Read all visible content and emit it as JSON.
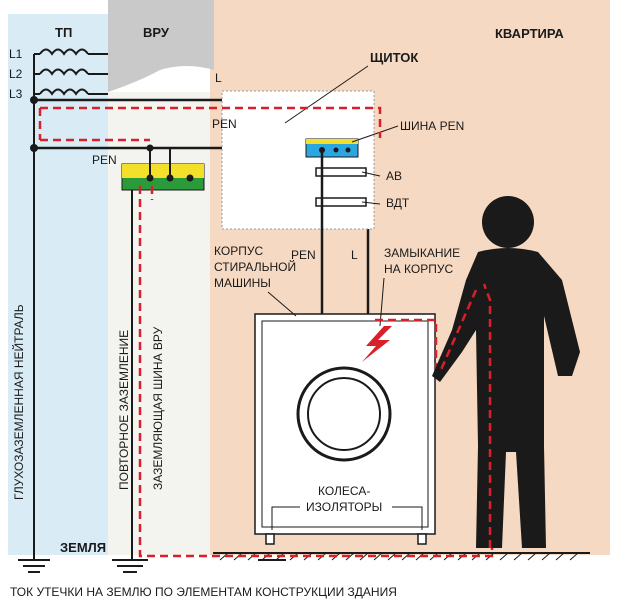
{
  "zones": {
    "tp": "ТП",
    "vru": "ВРУ",
    "apartment": "КВАРТИРА"
  },
  "phases": [
    "L1",
    "L2",
    "L3"
  ],
  "labels": {
    "shield": "ЩИТОК",
    "pen_bus": "ШИНА PEN",
    "breaker": "АВ",
    "rcd": "ВДТ",
    "pen_top": "PEN",
    "pen_vru": "PEN",
    "l_vru": "L",
    "pen_machine": "PEN",
    "l_machine": "L",
    "machine_body": [
      "КОРПУС",
      "СТИРАЛЬНОЙ",
      "МАШИНЫ"
    ],
    "short_to_body": [
      "ЗАМЫКАНИЕ",
      "НА КОРПУС"
    ],
    "wheels": [
      "КОЛЕСА-",
      "ИЗОЛЯТОРЫ"
    ],
    "solid_neutral": "ГЛУХОЗАЗЕМЛЕННАЯ НЕЙТРАЛЬ",
    "repeat_ground": "ПОВТОРНОЕ ЗАЗЕМЛЕНИЕ",
    "ground_bus_vru": "ЗАЗЕМЛЯЮЩАЯ ШИНА ВРУ",
    "earth": "ЗЕМЛЯ"
  },
  "caption": "ТОК УТЕЧКИ НА ЗЕМЛЮ ПО ЭЛЕМЕНТАМ КОНСТРУКЦИИ ЗДАНИЯ",
  "colors": {
    "tp_bg": "#d9ecf6",
    "vru_bg": "#c9c9c9",
    "apartment_bg": "#f6d9c2",
    "wire": "#1a1a1a",
    "leak_path": "#d8202a",
    "bus_yellow": "#f2e02a",
    "bus_green": "#2a9a3a",
    "bus_blue": "#2aa6e0",
    "person": "#1a1a1a"
  }
}
